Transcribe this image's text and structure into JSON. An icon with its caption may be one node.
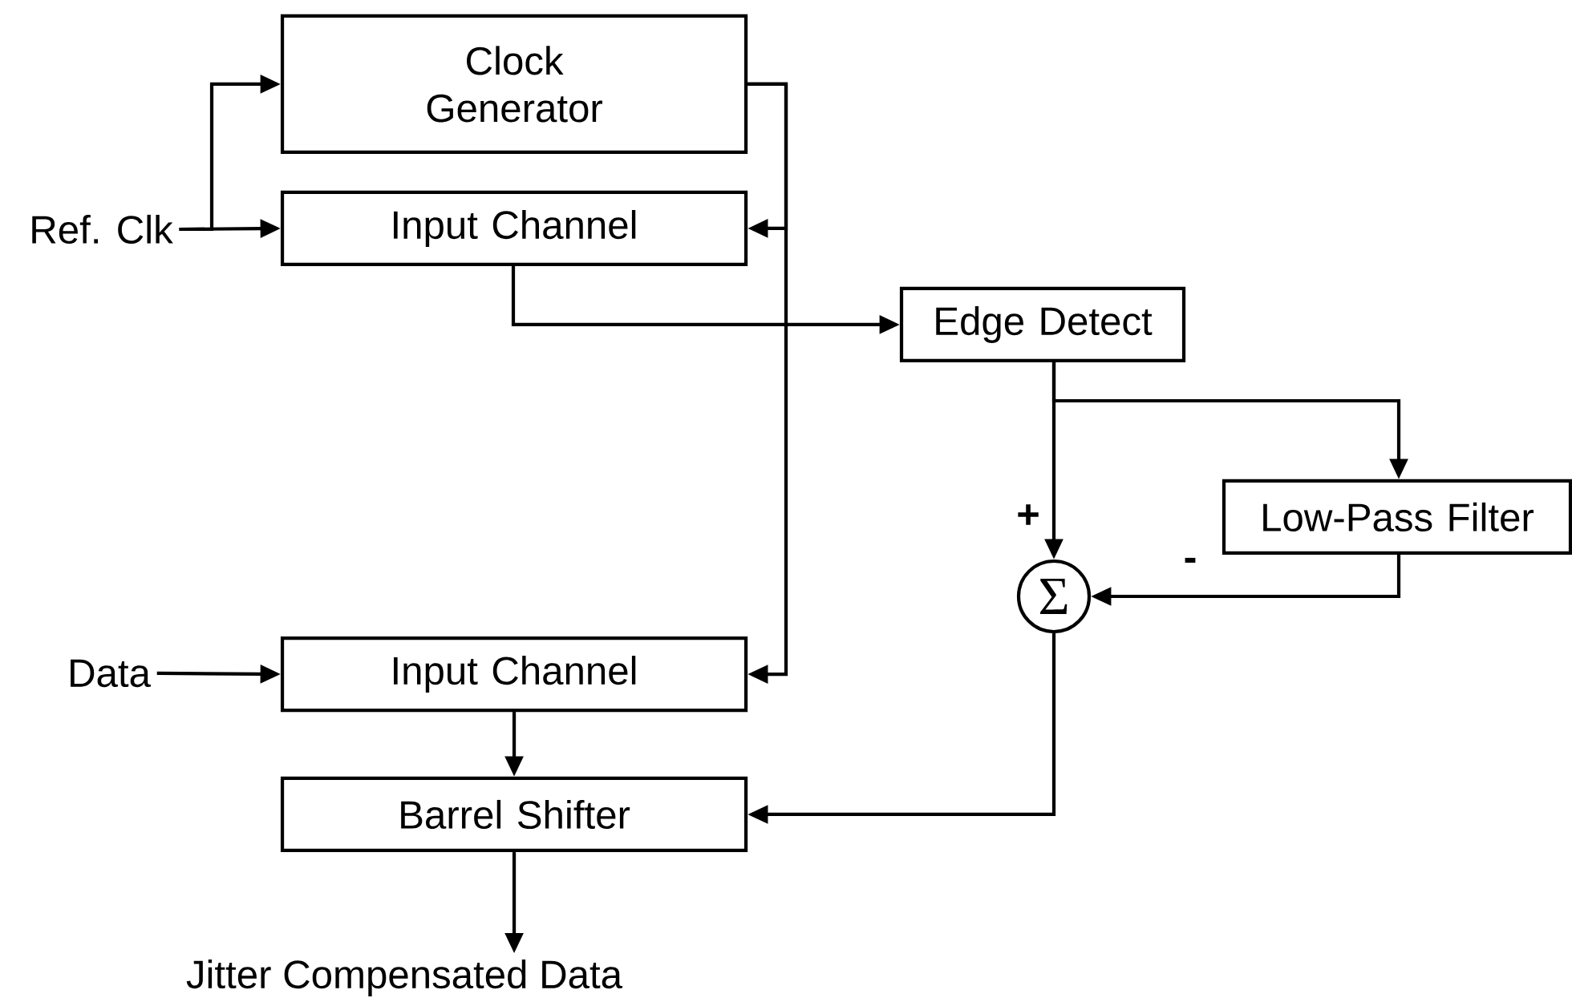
{
  "diagram": {
    "nodes": [
      {
        "text": [
          "Ref. Clk"
        ]
      },
      {
        "text": [
          "Clock Generator"
        ]
      },
      {
        "text": [
          "Input Channel"
        ]
      },
      {
        "text": [
          "Edge Detect"
        ]
      },
      {
        "text": [
          "Low-Pass Filter"
        ]
      },
      {
        "text": [
          "Σ"
        ]
      },
      {
        "text": [
          "Data"
        ]
      },
      {
        "text": [
          "Input Channel"
        ]
      },
      {
        "text": [
          "Barrel Shifter"
        ]
      },
      {
        "text": [
          "Jitter Compensated Data"
        ]
      }
    ],
    "edges": [
      {
        "from": 0,
        "to": 1,
        "arrow": "to"
      },
      {
        "from": 0,
        "to": 2,
        "arrow": "to"
      },
      {
        "from": 1,
        "to": 2,
        "arrow": "to"
      },
      {
        "from": 1,
        "to": 7,
        "arrow": "to"
      },
      {
        "from": 2,
        "to": 3,
        "arrow": "to"
      },
      {
        "from": 3,
        "to": 5,
        "arrow": "to",
        "label": "+"
      },
      {
        "from": 3,
        "to": 4,
        "arrow": "to"
      },
      {
        "from": 4,
        "to": 5,
        "arrow": "to",
        "label": "-"
      },
      {
        "from": 6,
        "to": 7,
        "arrow": "to"
      },
      {
        "from": 7,
        "to": 8,
        "arrow": "to"
      },
      {
        "from": 5,
        "to": 8,
        "arrow": "to"
      },
      {
        "from": 8,
        "to": 9,
        "arrow": "to"
      }
    ]
  }
}
